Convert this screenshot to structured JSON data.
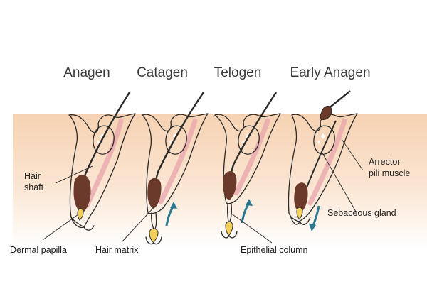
{
  "stages": [
    "Anagen",
    "Catagen",
    "Telogen",
    "Early Anagen"
  ],
  "labels": {
    "hair_shaft": [
      "Hair",
      "shaft"
    ],
    "dermal_papilla": "Dermal papilla",
    "hair_matrix": "Hair matrix",
    "epithelial_column": "Epithelial column",
    "sebaceous_gland": "Sebaceous gland",
    "arrector_pili": [
      "Arrector",
      "pili muscle"
    ]
  },
  "colors": {
    "skin_top": "#f6d2b2",
    "skin_bottom": "#ffffff",
    "follicle": "#fbe0d6",
    "muscle": "#e8a7ad",
    "gland": "#f6c9b6",
    "gland_highlight": "#fff4d6",
    "hair": "#6b3a2a",
    "papilla": "#f4d05a",
    "arrow": "#2b7a92"
  }
}
